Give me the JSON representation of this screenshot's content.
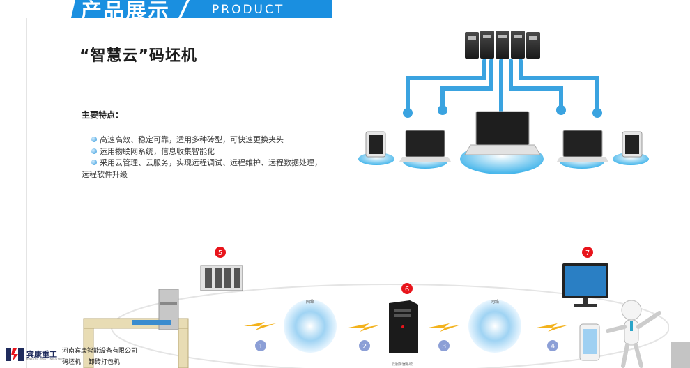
{
  "banner": {
    "title_cn": "产品展示",
    "title_en": "PRODUCT DISPLAY"
  },
  "product": {
    "heading": "“智慧云”码坯机",
    "features_title": "主要特点：",
    "features": [
      "高速高效、稳定可靠，适用多种砖型，可快速更换夹头",
      "运用物联网系统，信息收集智能化",
      "采用云管理、云服务，实现远程调试、远程维护、远程数据处理，远程软件升级"
    ]
  },
  "diagram": {
    "step_numbers": [
      "1",
      "2",
      "3",
      "4"
    ],
    "node_numbers": [
      "5",
      "6",
      "7"
    ],
    "network_label": "网络",
    "server_caption": "云服务器系统"
  },
  "footer": {
    "brand": "宾康重工",
    "brand_sub": "BINKANG HEAVY INDUSTRY",
    "company": "河南宾康智能设备有限公司",
    "tags": [
      "码坯机",
      "卸砖打包机"
    ]
  },
  "colors": {
    "banner": "#1a8fe0",
    "accent": "#2d95da",
    "marker": "#e8141b"
  }
}
